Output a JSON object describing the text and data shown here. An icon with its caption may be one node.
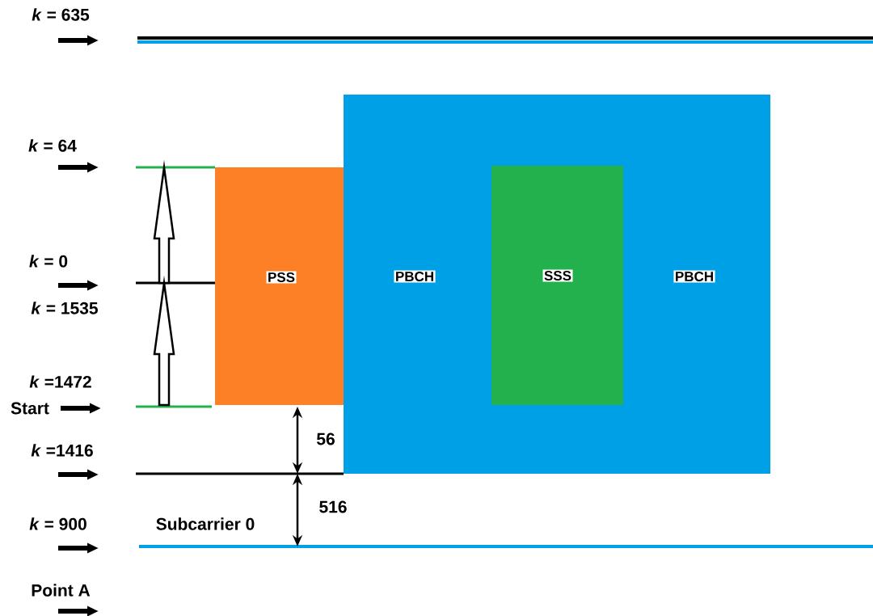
{
  "diagram": {
    "nodes": [
      {
        "text": [
          "PSS"
        ]
      },
      {
        "text": [
          "PBCH",
          "PBCH"
        ]
      },
      {
        "text": [
          "SSS"
        ],
        "in": 1
      }
    ],
    "labels": [
      "*k* = 635",
      "*k* = 64",
      "*k* = 0",
      "*k* = 1535",
      "*k* =1472",
      "Start",
      "56",
      "*k* =1416",
      "516",
      "*k* = 900",
      "Subcarrier 0",
      "Point A"
    ]
  }
}
